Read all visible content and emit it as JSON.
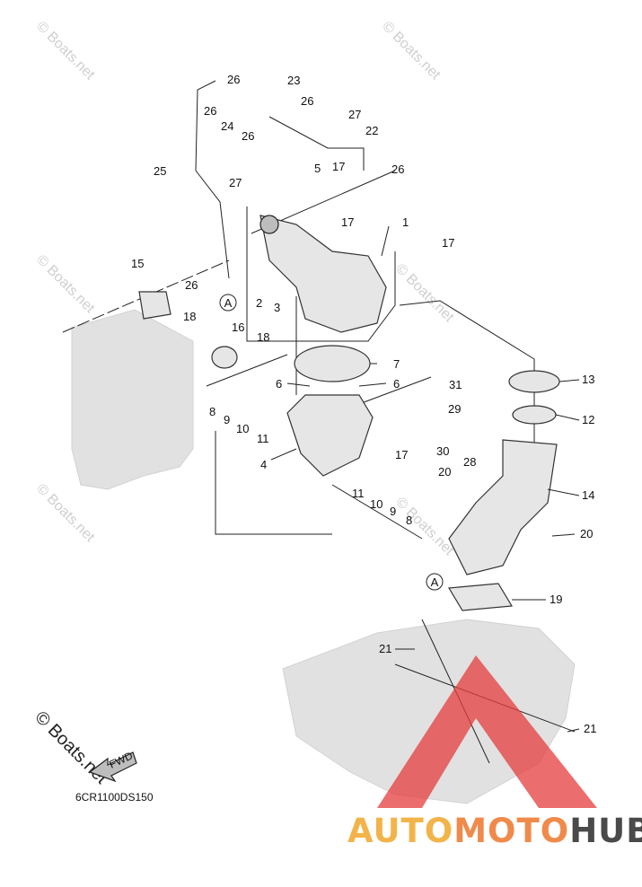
{
  "watermarks": {
    "small": "© Boats.net",
    "large": "© Boats.net"
  },
  "diagram_code": "6CR1100DS150",
  "brand": {
    "part1": "AUTO",
    "part2": "MOTO",
    "part3": "HUB",
    "color1": "#f2b44a",
    "color2": "#f08a4b",
    "color3": "#4a4a4a",
    "triangle_color": "#e43c3c"
  },
  "reference_marker": "A",
  "fwd_label": "FWD",
  "callouts": [
    "1",
    "2",
    "3",
    "4",
    "5",
    "6",
    "6",
    "7",
    "8",
    "8",
    "9",
    "9",
    "10",
    "10",
    "11",
    "11",
    "12",
    "13",
    "14",
    "15",
    "16",
    "17",
    "17",
    "17",
    "17",
    "18",
    "18",
    "19",
    "20",
    "20",
    "21",
    "21",
    "22",
    "23",
    "24",
    "25",
    "26",
    "26",
    "26",
    "26",
    "26",
    "26",
    "27",
    "27",
    "28",
    "29",
    "30",
    "31"
  ]
}
